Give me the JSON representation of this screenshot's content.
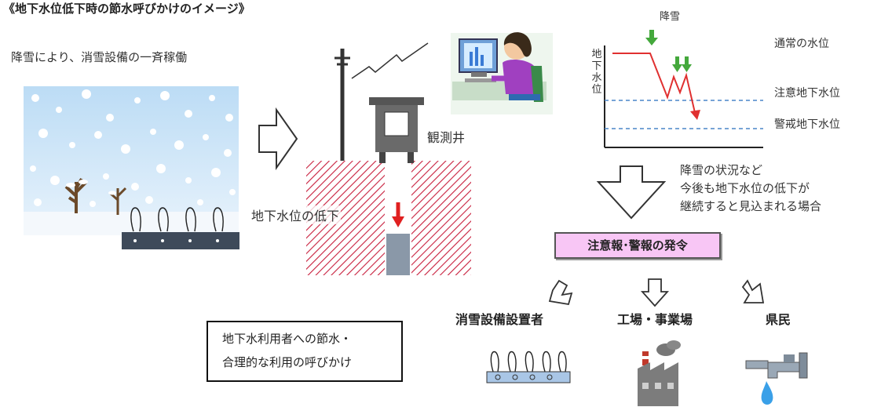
{
  "title": "《地下水位低下時の節水呼びかけのイメージ》",
  "snow_caption": "降雪により、消雪設備の一斉稼働",
  "well_label": "観測井",
  "groundwater_drop_label": "地下水位の低下",
  "graph": {
    "title": "降雪",
    "y_label": [
      "地",
      "下",
      "水",
      "位"
    ],
    "levels": {
      "normal": "通常の水位",
      "caution": "注意地下水位",
      "warning": "警戒地下水位"
    }
  },
  "condition_lines": [
    "降雪の状況など",
    "今後も地下水位の低下が",
    "継続すると見込まれる場合"
  ],
  "alert_label": "注意報･警報の発令",
  "targets": {
    "snow_equipment": "消雪設備設置者",
    "factory": "工場・事業場",
    "residents": "県民"
  },
  "call_lines": [
    "地下水利用者への節水・",
    "合理的な利用の呼びかけ"
  ],
  "colors": {
    "sky": "#cfe6f8",
    "hatch": "#c81e3c",
    "alert_fill": "#f8c6f5",
    "water_line": "#e03030",
    "level_line": "#4a86c8",
    "snow_arrow": "#44a83c",
    "drop_arrow": "#e02020"
  }
}
